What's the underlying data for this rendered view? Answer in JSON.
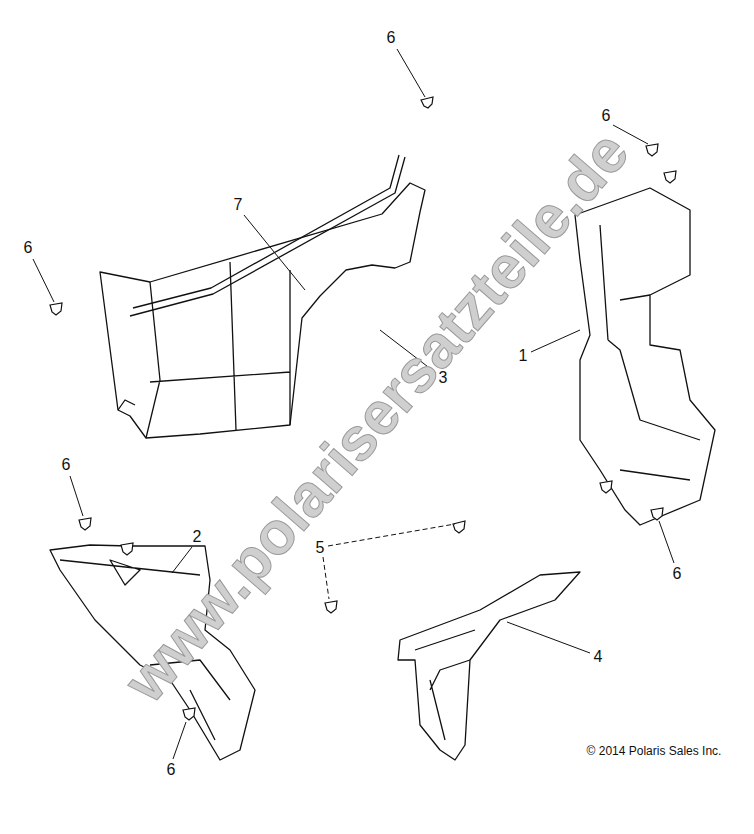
{
  "diagram": {
    "labels": [
      "6",
      "6",
      "6",
      "6",
      "6",
      "6",
      "7",
      "3",
      "1",
      "2",
      "5",
      "4",
      "© 2014 Polaris Sales Inc.",
      "www.polarisersatzteile.de"
    ]
  }
}
